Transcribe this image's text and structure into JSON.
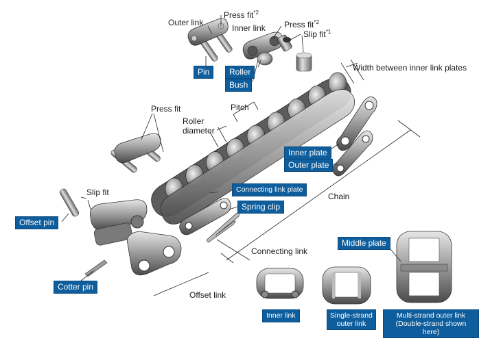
{
  "labels": {
    "outer_link": "Outer link",
    "press_fit_top": "Press fit",
    "press_fit_top_note": "*2",
    "inner_link": "Inner link",
    "press_fit_right": "Press fit",
    "press_fit_right_note": "*2",
    "slip_fit_top": "Slip fit",
    "slip_fit_top_note": "*1",
    "width_between": "Width between inner link plates",
    "press_fit_left": "Press fit",
    "pitch": "Pitch",
    "roller_diameter": "Roller\ndiameter",
    "slip_fit_left": "Slip fit",
    "chain": "Chain",
    "connecting_link": "Connecting link",
    "offset_link": "Offset link"
  },
  "tags": {
    "pin": "Pin",
    "roller": "Roller",
    "bush": "Bush",
    "inner_plate": "Inner plate",
    "outer_plate": "Outer plate",
    "connecting_link_plate": "Connecting link plate",
    "spring_clip": "Spring clip",
    "offset_pin": "Offset pin",
    "cotter_pin": "Cotter pin",
    "middle_plate": "Middle plate",
    "inner_link_bottom": "Inner link",
    "single_strand": "Single-strand\nouter link",
    "multi_strand": "Multi-strand outer link\n(Double-strand shown here)"
  },
  "colors": {
    "tag_blue": "#0e5d9c",
    "metal_dark": "#3a3a3a",
    "metal_mid": "#8a8a8a",
    "metal_light": "#d8d8d8"
  }
}
